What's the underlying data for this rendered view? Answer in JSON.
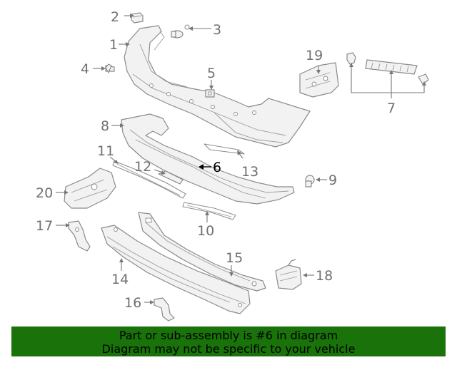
{
  "callouts": {
    "c1": "1",
    "c2": "2",
    "c3": "3",
    "c4": "4",
    "c5": "5",
    "c6": "6",
    "c7": "7",
    "c8": "8",
    "c9": "9",
    "c10": "10",
    "c11": "11",
    "c12": "12",
    "c13": "13",
    "c14": "14",
    "c15": "15",
    "c16": "16",
    "c17": "17",
    "c18": "18",
    "c19": "19",
    "c20": "20"
  },
  "highlighted_part": "6",
  "colors": {
    "banner": "#1a720a",
    "highlight": "#1f6b1f",
    "linework": "#8a8a8a"
  },
  "banner": {
    "line1": "Part or sub-assembly is #6 in diagram",
    "line2": "Diagram may not be specific to your vehicle"
  }
}
